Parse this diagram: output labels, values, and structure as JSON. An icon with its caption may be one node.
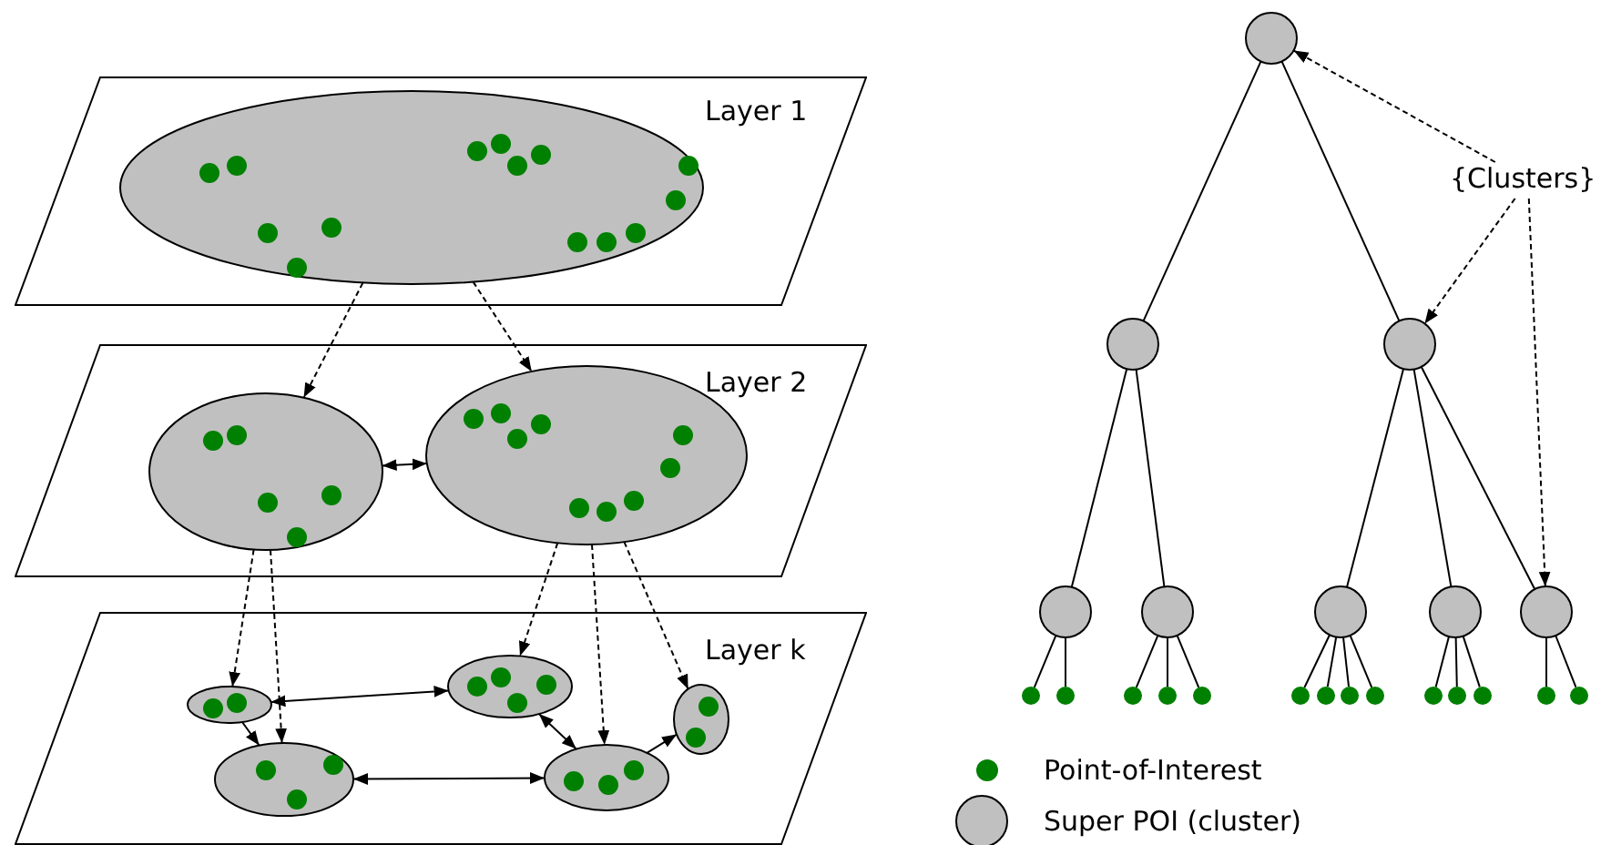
{
  "diagram": {
    "nodes": [
      {
        "text": [
          "Layer 1"
        ]
      },
      {
        "text": [],
        "shape": "ellipse",
        "in": 0
      },
      {
        "text": [
          "Layer 2"
        ]
      },
      {
        "text": [],
        "shape": "ellipse",
        "in": 2
      },
      {
        "text": [],
        "shape": "ellipse",
        "in": 2
      },
      {
        "text": [
          "Layer k"
        ]
      },
      {
        "text": [],
        "shape": "ellipse",
        "in": 5
      },
      {
        "text": [],
        "shape": "ellipse",
        "in": 5
      },
      {
        "text": [],
        "shape": "ellipse",
        "in": 5
      },
      {
        "text": [],
        "shape": "ellipse",
        "in": 5
      },
      {
        "text": [],
        "shape": "ellipse",
        "in": 5
      },
      {
        "text": [],
        "shape": "circle"
      },
      {
        "text": [],
        "shape": "circle"
      },
      {
        "text": [],
        "shape": "circle"
      },
      {
        "text": [],
        "shape": "circle"
      },
      {
        "text": [],
        "shape": "circle"
      },
      {
        "text": [],
        "shape": "circle"
      },
      {
        "text": [],
        "shape": "circle"
      },
      {
        "text": [],
        "shape": "circle"
      },
      {
        "text": [],
        "shape": "circle"
      },
      {
        "text": [],
        "shape": "circle"
      },
      {
        "text": [],
        "shape": "circle"
      },
      {
        "text": [],
        "shape": "circle"
      },
      {
        "text": [],
        "shape": "circle"
      },
      {
        "text": [],
        "shape": "circle"
      },
      {
        "text": [],
        "shape": "circle"
      },
      {
        "text": [],
        "shape": "circle"
      },
      {
        "text": [],
        "shape": "circle"
      },
      {
        "text": [],
        "shape": "circle"
      },
      {
        "text": [],
        "shape": "circle"
      },
      {
        "text": [],
        "shape": "circle"
      },
      {
        "text": [],
        "shape": "circle"
      },
      {
        "text": [],
        "shape": "circle"
      },
      {
        "text": [
          "{Clusters}"
        ]
      }
    ],
    "edges": [
      {
        "from": 1,
        "to": 3,
        "arrow": "to",
        "style": "dashed"
      },
      {
        "from": 1,
        "to": 4,
        "arrow": "to",
        "style": "dashed"
      },
      {
        "from": 3,
        "to": 4,
        "arrow": "both"
      },
      {
        "from": 3,
        "to": 6,
        "arrow": "to",
        "style": "dashed"
      },
      {
        "from": 3,
        "to": 9,
        "arrow": "to",
        "style": "dashed"
      },
      {
        "from": 4,
        "to": 7,
        "arrow": "to",
        "style": "dashed"
      },
      {
        "from": 4,
        "to": 10,
        "arrow": "to",
        "style": "dashed"
      },
      {
        "from": 4,
        "to": 8,
        "arrow": "to",
        "style": "dashed"
      },
      {
        "from": 6,
        "to": 7,
        "arrow": "both"
      },
      {
        "from": 6,
        "to": 9,
        "arrow": "to"
      },
      {
        "from": 9,
        "to": 10,
        "arrow": "both"
      },
      {
        "from": 7,
        "to": 10,
        "arrow": "both"
      },
      {
        "from": 10,
        "to": 8,
        "arrow": "to"
      },
      {
        "from": 11,
        "to": 12,
        "arrow": "none"
      },
      {
        "from": 11,
        "to": 13,
        "arrow": "none"
      },
      {
        "from": 12,
        "to": 14,
        "arrow": "none"
      },
      {
        "from": 12,
        "to": 15,
        "arrow": "none"
      },
      {
        "from": 13,
        "to": 16,
        "arrow": "none"
      },
      {
        "from": 13,
        "to": 17,
        "arrow": "none"
      },
      {
        "from": 13,
        "to": 18,
        "arrow": "none"
      },
      {
        "from": 14,
        "to": 19,
        "arrow": "none"
      },
      {
        "from": 14,
        "to": 20,
        "arrow": "none"
      },
      {
        "from": 15,
        "to": 21,
        "arrow": "none"
      },
      {
        "from": 15,
        "to": 22,
        "arrow": "none"
      },
      {
        "from": 15,
        "to": 23,
        "arrow": "none"
      },
      {
        "from": 16,
        "to": 24,
        "arrow": "none"
      },
      {
        "from": 16,
        "to": 25,
        "arrow": "none"
      },
      {
        "from": 16,
        "to": 26,
        "arrow": "none"
      },
      {
        "from": 16,
        "to": 27,
        "arrow": "none"
      },
      {
        "from": 17,
        "to": 28,
        "arrow": "none"
      },
      {
        "from": 17,
        "to": 29,
        "arrow": "none"
      },
      {
        "from": 17,
        "to": 30,
        "arrow": "none"
      },
      {
        "from": 18,
        "to": 31,
        "arrow": "none"
      },
      {
        "from": 18,
        "to": 32,
        "arrow": "none"
      },
      {
        "from": 33,
        "to": 11,
        "arrow": "to",
        "style": "dashed"
      },
      {
        "from": 33,
        "to": 13,
        "arrow": "to",
        "style": "dashed"
      },
      {
        "from": 33,
        "to": 18,
        "arrow": "to",
        "style": "dashed"
      }
    ],
    "legend": [
      {
        "text": "Point-of-Interest"
      },
      {
        "text": "Super POI (cluster)"
      }
    ]
  }
}
